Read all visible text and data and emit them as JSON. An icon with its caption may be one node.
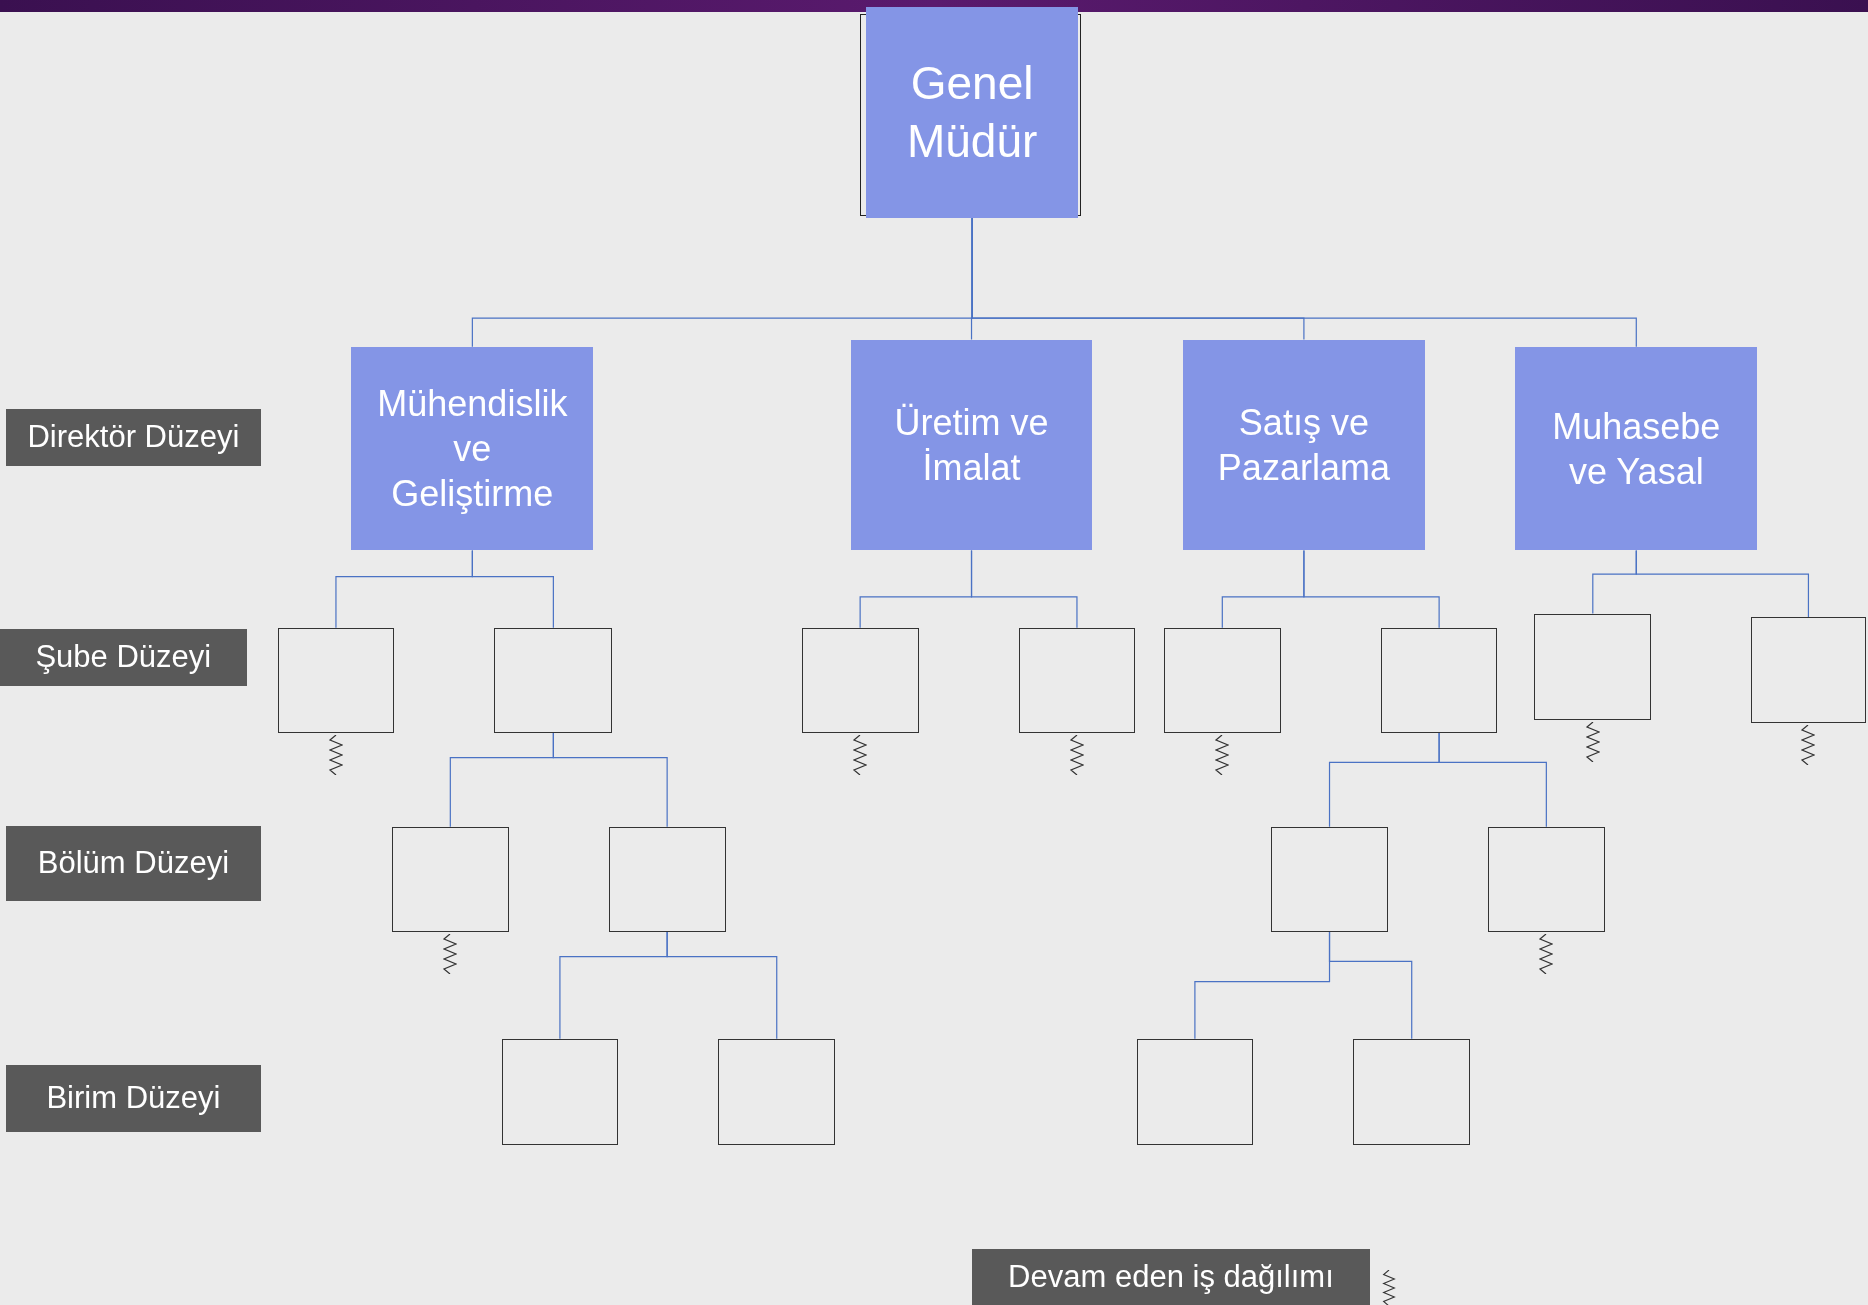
{
  "diagram": {
    "nodes": [
      {
        "text": [
          "Genel Müdür"
        ]
      },
      {
        "text": [
          "Direktör Düzeyi"
        ]
      },
      {
        "text": [
          "Mühendislik ve Geliştirme"
        ]
      },
      {
        "text": [
          "Üretim ve İmalat"
        ]
      },
      {
        "text": [
          "Satış ve Pazarlama"
        ]
      },
      {
        "text": [
          "Muhasebe ve Yasal"
        ]
      },
      {
        "text": [
          "Şube Düzeyi"
        ]
      },
      {
        "text": [],
        "shape": "box"
      },
      {
        "text": [],
        "shape": "box"
      },
      {
        "text": [],
        "shape": "box"
      },
      {
        "text": [],
        "shape": "box"
      },
      {
        "text": [],
        "shape": "box"
      },
      {
        "text": [],
        "shape": "box"
      },
      {
        "text": [],
        "shape": "box"
      },
      {
        "text": [],
        "shape": "box"
      },
      {
        "text": [
          "Bölüm Düzeyi"
        ]
      },
      {
        "text": [],
        "shape": "box"
      },
      {
        "text": [],
        "shape": "box"
      },
      {
        "text": [],
        "shape": "box"
      },
      {
        "text": [],
        "shape": "box"
      },
      {
        "text": [
          "Birim Düzeyi"
        ]
      },
      {
        "text": [],
        "shape": "box"
      },
      {
        "text": [],
        "shape": "box"
      },
      {
        "text": [],
        "shape": "box"
      },
      {
        "text": [],
        "shape": "box"
      }
    ],
    "edges": [
      {
        "from": 0,
        "to": 2,
        "arrow": "none"
      },
      {
        "from": 0,
        "to": 3,
        "arrow": "none"
      },
      {
        "from": 0,
        "to": 4,
        "arrow": "none"
      },
      {
        "from": 0,
        "to": 5,
        "arrow": "none"
      },
      {
        "from": 2,
        "to": 7,
        "arrow": "none"
      },
      {
        "from": 2,
        "to": 8,
        "arrow": "none"
      },
      {
        "from": 3,
        "to": 9,
        "arrow": "none"
      },
      {
        "from": 3,
        "to": 10,
        "arrow": "none"
      },
      {
        "from": 4,
        "to": 11,
        "arrow": "none"
      },
      {
        "from": 4,
        "to": 12,
        "arrow": "none"
      },
      {
        "from": 5,
        "to": 13,
        "arrow": "none"
      },
      {
        "from": 5,
        "to": 14,
        "arrow": "none"
      },
      {
        "from": 8,
        "to": 16,
        "arrow": "none"
      },
      {
        "from": 8,
        "to": 17,
        "arrow": "none"
      },
      {
        "from": 12,
        "to": 18,
        "arrow": "none"
      },
      {
        "from": 12,
        "to": 19,
        "arrow": "none"
      },
      {
        "from": 17,
        "to": 21,
        "arrow": "none"
      },
      {
        "from": 17,
        "to": 22,
        "arrow": "none"
      },
      {
        "from": 18,
        "to": 23,
        "arrow": "none"
      },
      {
        "from": 18,
        "to": 24,
        "arrow": "none"
      }
    ],
    "legend": [
      {
        "text": "Devam eden iş dağılımı"
      }
    ]
  }
}
